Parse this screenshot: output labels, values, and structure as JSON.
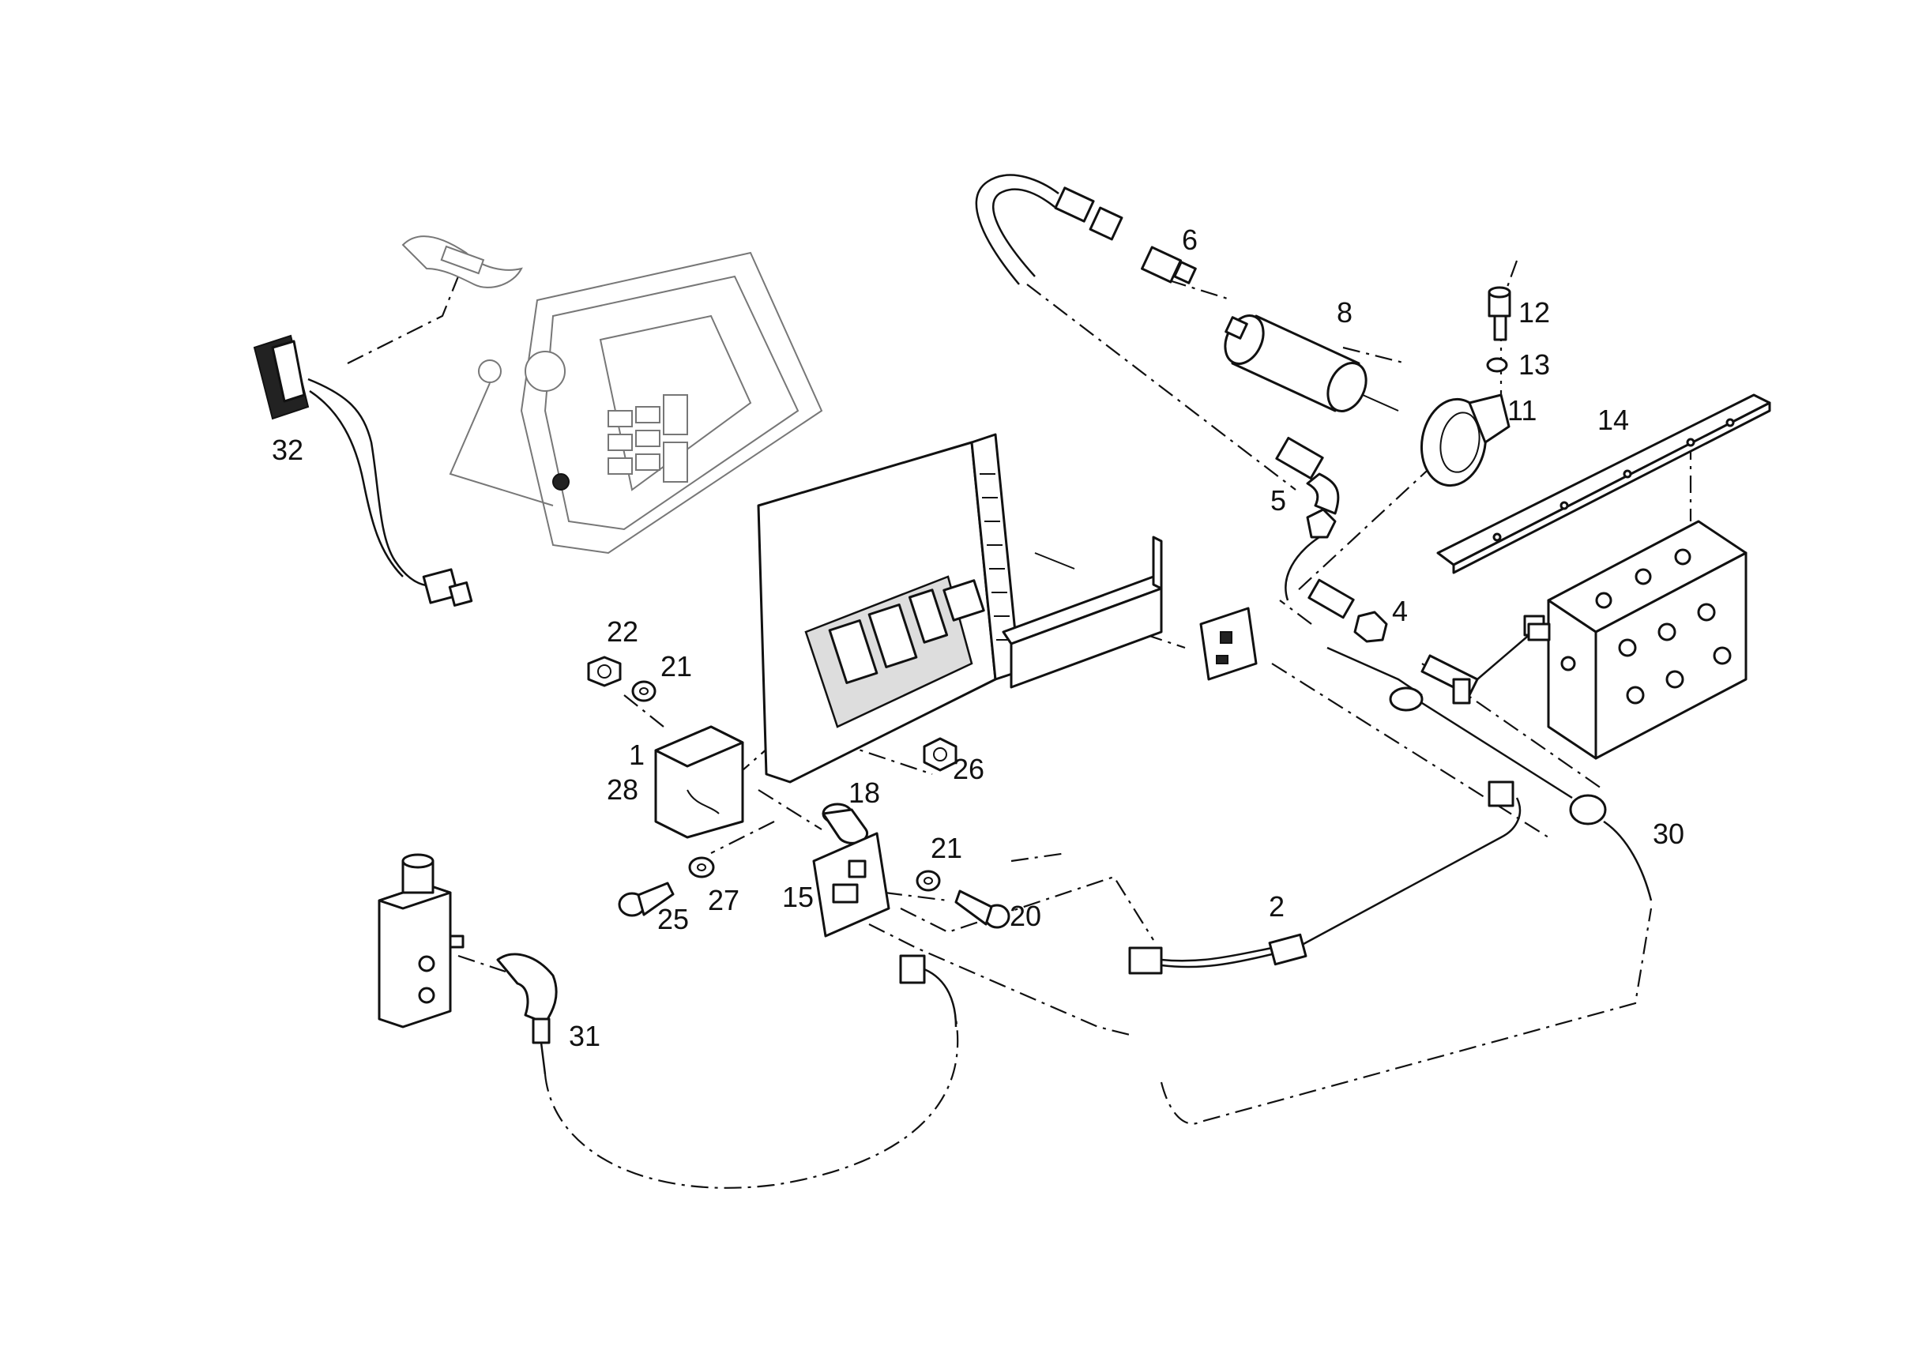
{
  "callouts": {
    "c1": "1",
    "c2": "2",
    "c4": "4",
    "c5": "5",
    "c6": "6",
    "c8": "8",
    "c11": "11",
    "c12": "12",
    "c13": "13",
    "c14": "14",
    "c15": "15",
    "c18": "18",
    "c20": "20",
    "c21a": "21",
    "c21b": "21",
    "c22": "22",
    "c25": "25",
    "c26": "26",
    "c27": "27",
    "c28": "28",
    "c30": "30",
    "c31": "31",
    "c32": "32"
  }
}
